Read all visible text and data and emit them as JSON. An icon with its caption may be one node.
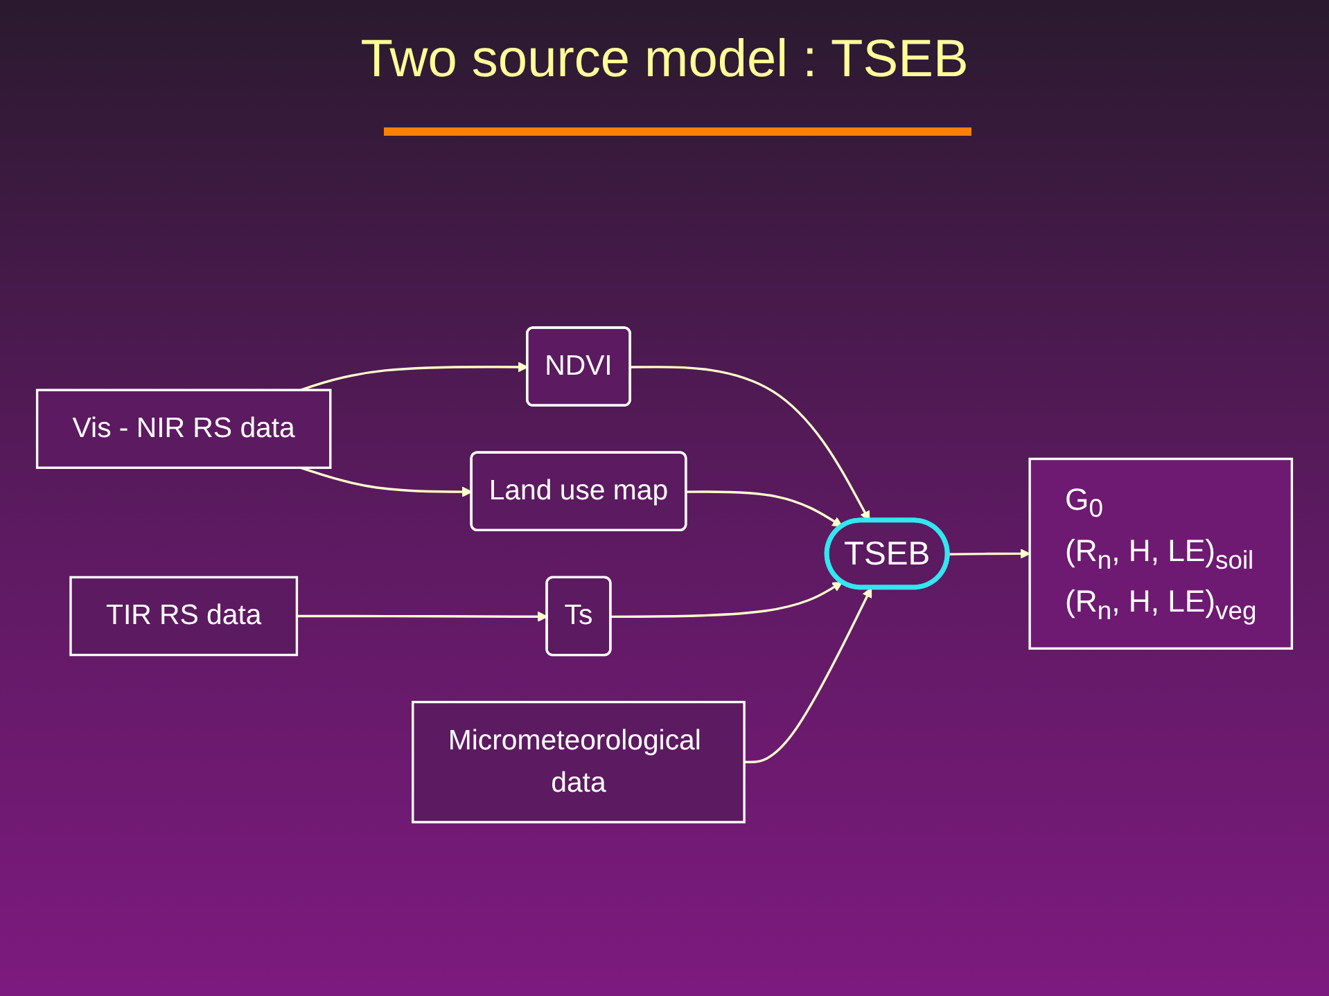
{
  "diagram": {
    "title": "Two source model : TSEB",
    "nodes": [
      {
        "text": [
          "Vis - NIR RS data"
        ]
      },
      {
        "text": [
          "NDVI"
        ]
      },
      {
        "text": [
          "Land use map"
        ]
      },
      {
        "text": [
          "TIR RS data"
        ]
      },
      {
        "text": [
          "Ts"
        ]
      },
      {
        "text": [
          "Micrometeorological data"
        ]
      },
      {
        "text": [
          "TSEB"
        ]
      },
      {
        "text": [
          "G$_{0}$",
          "(R$_{n}$, H, LE)$_{soil}$",
          "(R$_{n}$, H, LE)$_{veg}$"
        ]
      }
    ],
    "edges": [
      {
        "from": 0,
        "to": 1,
        "arrow": "to"
      },
      {
        "from": 0,
        "to": 2,
        "arrow": "to"
      },
      {
        "from": 1,
        "to": 6,
        "arrow": "to"
      },
      {
        "from": 2,
        "to": 6,
        "arrow": "to"
      },
      {
        "from": 3,
        "to": 4,
        "arrow": "to"
      },
      {
        "from": 4,
        "to": 6,
        "arrow": "to"
      },
      {
        "from": 5,
        "to": 6,
        "arrow": "to"
      },
      {
        "from": 6,
        "to": 7,
        "arrow": "to"
      }
    ]
  }
}
